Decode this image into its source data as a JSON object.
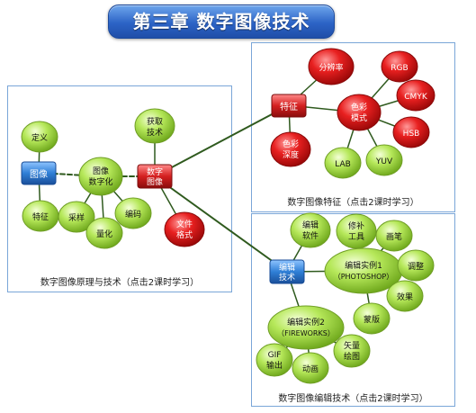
{
  "title": "第三章 数字图像技术",
  "panels": {
    "principles": "数字图像原理与技术（点击2课时学习）",
    "features": "数字图像特征（点击2课时学习）",
    "editing": "数字图像编辑技术（点击2课时学习）"
  },
  "nodes": {
    "image": "图像",
    "definition": "定义",
    "trait": "特征",
    "digitize": [
      "图像",
      "数字化"
    ],
    "sampling": "采样",
    "quantize": "量化",
    "encode": "编码",
    "acquire": [
      "获取",
      "技术"
    ],
    "digital_image": [
      "数字",
      "图像"
    ],
    "file_format": [
      "文件",
      "格式"
    ],
    "features_hub": "特征",
    "resolution": "分辨率",
    "color_depth": [
      "色彩",
      "深度"
    ],
    "color_mode": [
      "色彩",
      "模式"
    ],
    "rgb": "RGB",
    "cmyk": "CMYK",
    "hsb": "HSB",
    "lab": "LAB",
    "yuv": "YUV",
    "edit_tech": [
      "编辑",
      "技术"
    ],
    "edit_software": [
      "编辑",
      "软件"
    ],
    "ps_example": [
      "编辑实例1",
      "（PHOTOSHOP）"
    ],
    "repair_tool": [
      "修补",
      "工具"
    ],
    "brush": "画笔",
    "adjust": "调整",
    "effect": "效果",
    "mask": "蒙版",
    "fw_example": [
      "编辑实例2",
      "（FIREWORKS）"
    ],
    "gif": [
      "GIF",
      "输出"
    ],
    "animation": "动画",
    "vector": [
      "矢量",
      "绘图"
    ]
  },
  "colors": {
    "panel_border": "#7aa6d8",
    "green_node": "#a8e04a",
    "red_node": "#e11b1b",
    "blue_box": "#2f7fd6",
    "red_box": "#cc1f1f",
    "line": "#2f5a1e",
    "banner": "#2c63c6"
  }
}
